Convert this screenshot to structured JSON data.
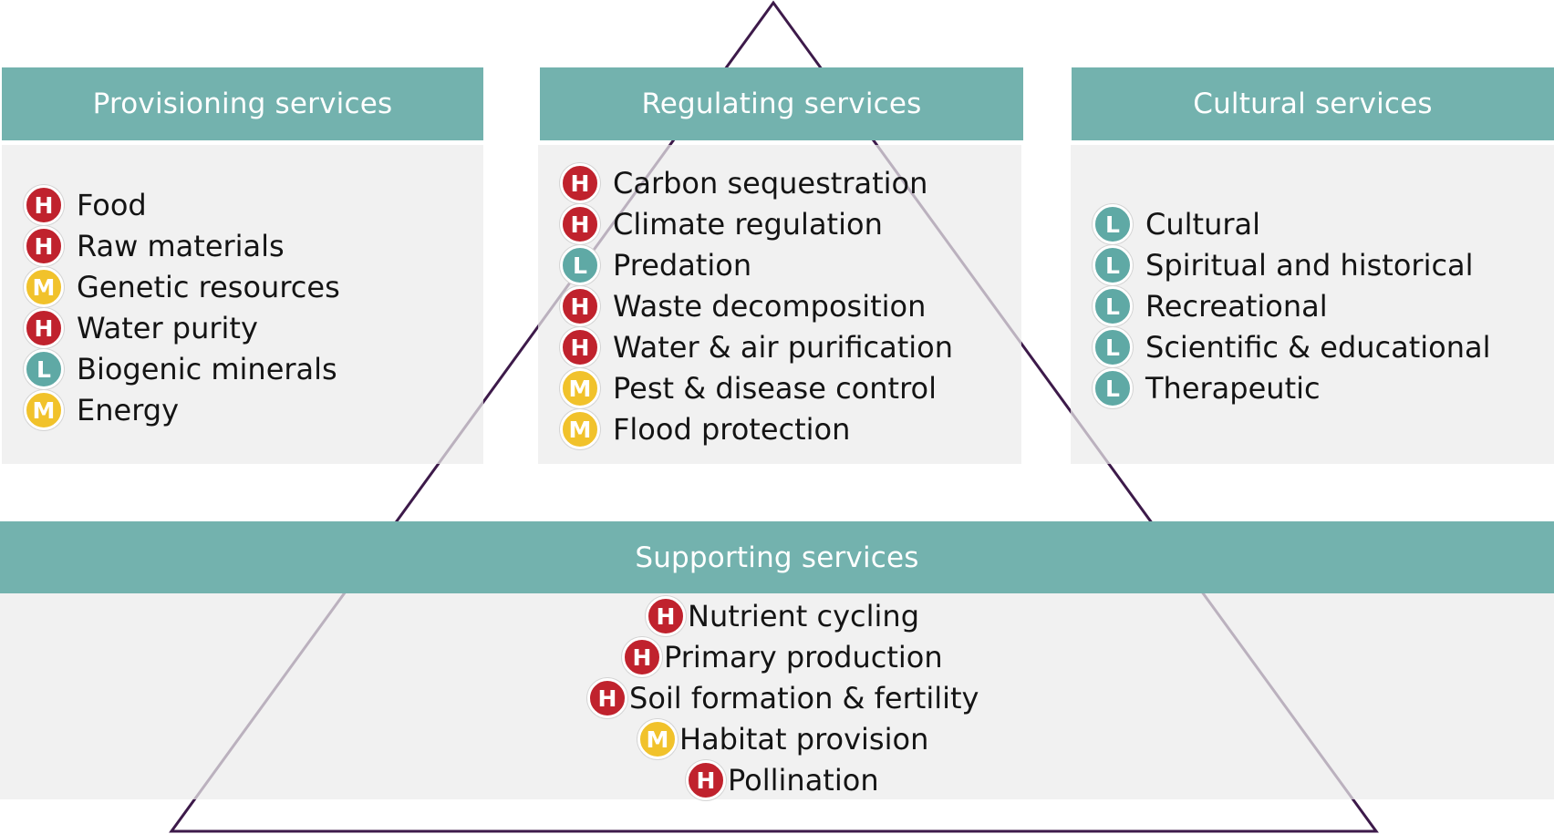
{
  "colors": {
    "header_bg": "#73b2ae",
    "panel_bg": "#ececec",
    "triangle_stroke": "#3d1a4a",
    "high": "#c0222d",
    "medium": "#f1c22b",
    "low": "#5fa9a5"
  },
  "provisioning": {
    "title": "Provisioning services",
    "items": [
      {
        "level": "H",
        "label": "Food"
      },
      {
        "level": "H",
        "label": "Raw materials"
      },
      {
        "level": "M",
        "label": "Genetic resources"
      },
      {
        "level": "H",
        "label": "Water purity"
      },
      {
        "level": "L",
        "label": "Biogenic minerals"
      },
      {
        "level": "M",
        "label": "Energy"
      }
    ]
  },
  "regulating": {
    "title": "Regulating services",
    "items": [
      {
        "level": "H",
        "label": "Carbon sequestration"
      },
      {
        "level": "H",
        "label": "Climate regulation"
      },
      {
        "level": "L",
        "label": "Predation"
      },
      {
        "level": "H",
        "label": "Waste decomposition"
      },
      {
        "level": "H",
        "label": "Water & air purification"
      },
      {
        "level": "M",
        "label": "Pest & disease control"
      },
      {
        "level": "M",
        "label": "Flood protection"
      }
    ]
  },
  "cultural": {
    "title": "Cultural services",
    "items": [
      {
        "level": "L",
        "label": "Cultural"
      },
      {
        "level": "L",
        "label": "Spiritual and historical"
      },
      {
        "level": "L",
        "label": "Recreational"
      },
      {
        "level": "L",
        "label": "Scientific & educational"
      },
      {
        "level": "L",
        "label": "Therapeutic"
      }
    ]
  },
  "supporting": {
    "title": "Supporting services",
    "items": [
      {
        "level": "H",
        "label": "Nutrient cycling"
      },
      {
        "level": "H",
        "label": "Primary production"
      },
      {
        "level": "H",
        "label": "Soil formation & fertility"
      },
      {
        "level": "M",
        "label": "Habitat provision"
      },
      {
        "level": "H",
        "label": "Pollination"
      }
    ]
  }
}
